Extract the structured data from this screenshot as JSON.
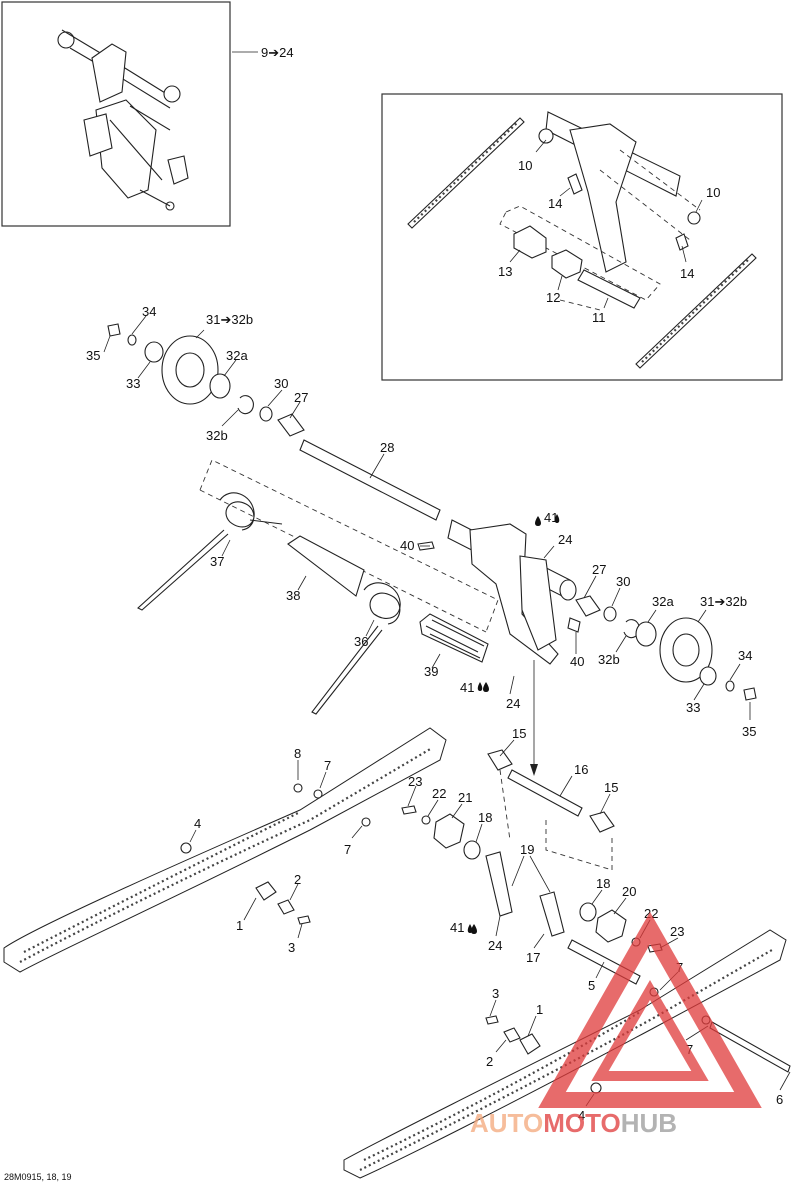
{
  "diagram": {
    "reference": "28M0915, 18, 19",
    "inset_left_label": "9➔24",
    "labels": [
      {
        "id": "i10a",
        "text": "10"
      },
      {
        "id": "i10b",
        "text": "10"
      },
      {
        "id": "i14a",
        "text": "14"
      },
      {
        "id": "i14b",
        "text": "14"
      },
      {
        "id": "i13",
        "text": "13"
      },
      {
        "id": "i12",
        "text": "12"
      },
      {
        "id": "i11",
        "text": "11"
      },
      {
        "id": "t34",
        "text": "34"
      },
      {
        "id": "t35",
        "text": "35"
      },
      {
        "id": "t33",
        "text": "33"
      },
      {
        "id": "t31a",
        "text": "31➔32b"
      },
      {
        "id": "t32a_a",
        "text": "32a"
      },
      {
        "id": "t30a",
        "text": "30"
      },
      {
        "id": "t27a",
        "text": "27"
      },
      {
        "id": "t32b_a",
        "text": "32b"
      },
      {
        "id": "t28",
        "text": "28"
      },
      {
        "id": "t37",
        "text": "37"
      },
      {
        "id": "t38",
        "text": "38"
      },
      {
        "id": "t36",
        "text": "36"
      },
      {
        "id": "t39",
        "text": "39"
      },
      {
        "id": "t41a",
        "text": "41"
      },
      {
        "id": "t24a",
        "text": "24"
      },
      {
        "id": "t40a",
        "text": "40"
      },
      {
        "id": "t27b",
        "text": "27"
      },
      {
        "id": "t30b",
        "text": "30"
      },
      {
        "id": "t32a_b",
        "text": "32a"
      },
      {
        "id": "t31b",
        "text": "31➔32b"
      },
      {
        "id": "t40b",
        "text": "40"
      },
      {
        "id": "t32b_b",
        "text": "32b"
      },
      {
        "id": "t34b",
        "text": "34"
      },
      {
        "id": "t33b",
        "text": "33"
      },
      {
        "id": "t35b",
        "text": "35"
      },
      {
        "id": "t41b",
        "text": "41"
      },
      {
        "id": "t24b",
        "text": "24"
      },
      {
        "id": "t8",
        "text": "8"
      },
      {
        "id": "t7a",
        "text": "7"
      },
      {
        "id": "t4a",
        "text": "4"
      },
      {
        "id": "t7b",
        "text": "7"
      },
      {
        "id": "t2a",
        "text": "2"
      },
      {
        "id": "t1a",
        "text": "1"
      },
      {
        "id": "t3a",
        "text": "3"
      },
      {
        "id": "t15a",
        "text": "15"
      },
      {
        "id": "t16",
        "text": "16"
      },
      {
        "id": "t15b",
        "text": "15"
      },
      {
        "id": "t23a",
        "text": "23"
      },
      {
        "id": "t22a",
        "text": "22"
      },
      {
        "id": "t21",
        "text": "21"
      },
      {
        "id": "t18a",
        "text": "18"
      },
      {
        "id": "t19",
        "text": "19"
      },
      {
        "id": "t18b",
        "text": "18"
      },
      {
        "id": "t20",
        "text": "20"
      },
      {
        "id": "t41c",
        "text": "41"
      },
      {
        "id": "t24c",
        "text": "24"
      },
      {
        "id": "t17",
        "text": "17"
      },
      {
        "id": "t22b",
        "text": "22"
      },
      {
        "id": "t23b",
        "text": "23"
      },
      {
        "id": "t5",
        "text": "5"
      },
      {
        "id": "t7c",
        "text": "7"
      },
      {
        "id": "t3b",
        "text": "3"
      },
      {
        "id": "t1b",
        "text": "1"
      },
      {
        "id": "t2b",
        "text": "2"
      },
      {
        "id": "t7d",
        "text": "7"
      },
      {
        "id": "t6",
        "text": "6"
      },
      {
        "id": "t4b",
        "text": "4"
      }
    ]
  },
  "watermark": {
    "part1": "AUTO",
    "part2": "MOTO",
    "part3": "HUB",
    "color_light": "#f4a77a",
    "color_red": "#e03a3a",
    "color_gray": "#9a9a9a"
  }
}
